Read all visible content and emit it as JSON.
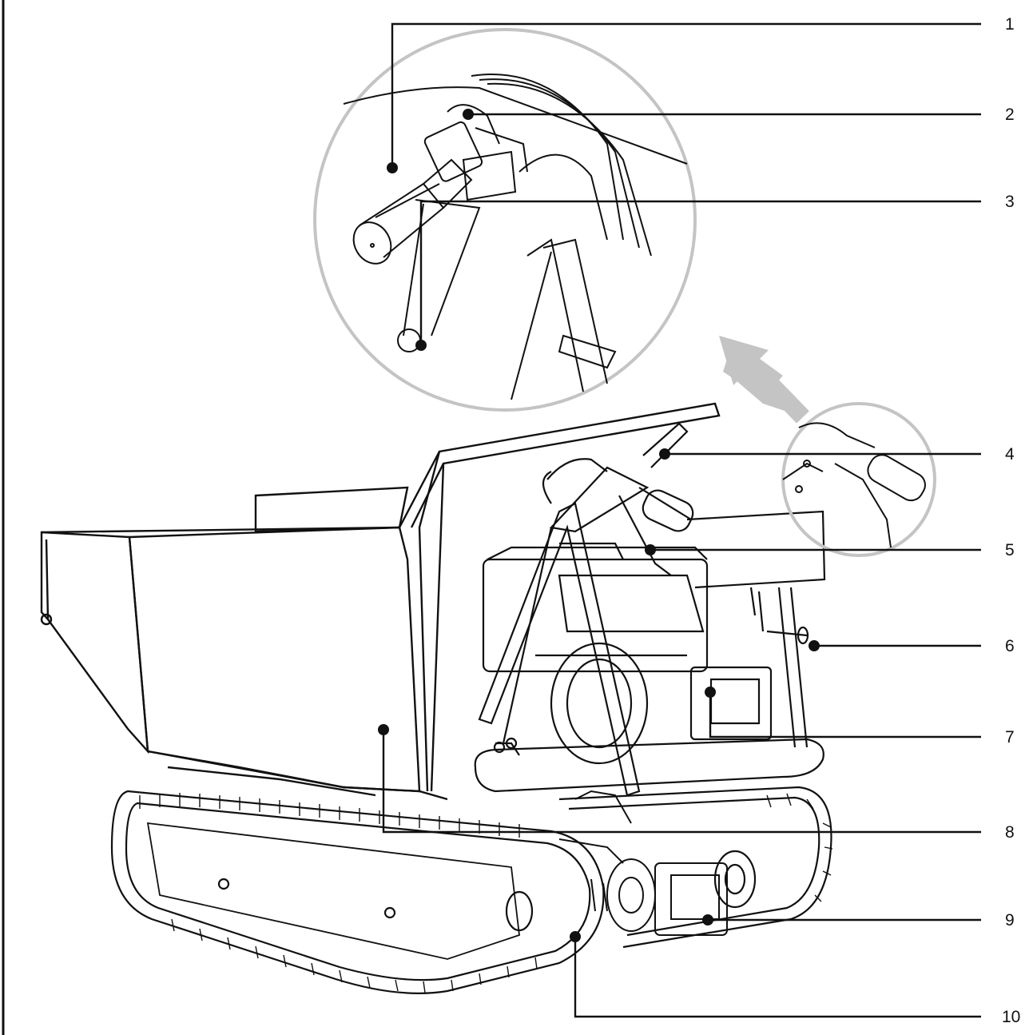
{
  "callouts": [
    {
      "number": "1"
    },
    {
      "number": "2"
    },
    {
      "number": "3"
    },
    {
      "number": "4"
    },
    {
      "number": "5"
    },
    {
      "number": "6"
    },
    {
      "number": "7"
    },
    {
      "number": "8"
    },
    {
      "number": "9"
    },
    {
      "number": "10"
    }
  ],
  "colors": {
    "line": "#111111",
    "magnifier": "#c4c4c4",
    "background": "#ffffff"
  },
  "icons": [
    "zoom-arrow-icon"
  ]
}
